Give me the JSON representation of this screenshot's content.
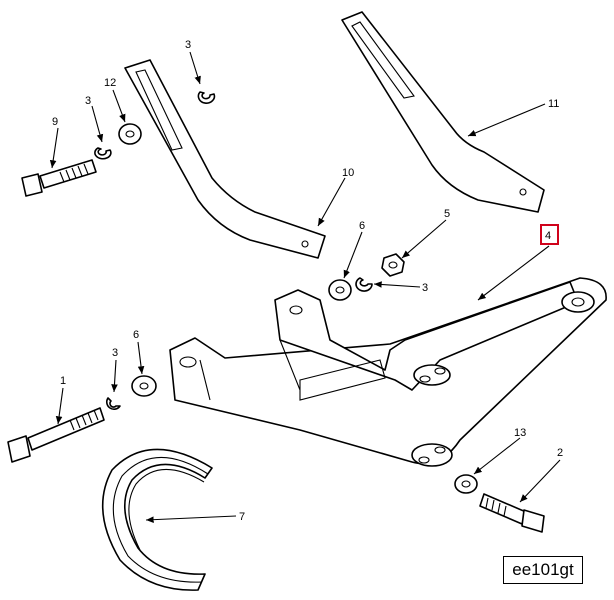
{
  "diagram": {
    "callouts": {
      "c1": "1",
      "c2": "2",
      "c3a": "3",
      "c3b": "3",
      "c3c": "3",
      "c3d": "3",
      "c4": "4",
      "c5": "5",
      "c6a": "6",
      "c6b": "6",
      "c7": "7",
      "c9": "9",
      "c10": "10",
      "c11": "11",
      "c12": "12",
      "c13": "13"
    },
    "highlighted_callout": "4",
    "highlight_color": "#d0021b",
    "figure_code": "ee101gt"
  }
}
